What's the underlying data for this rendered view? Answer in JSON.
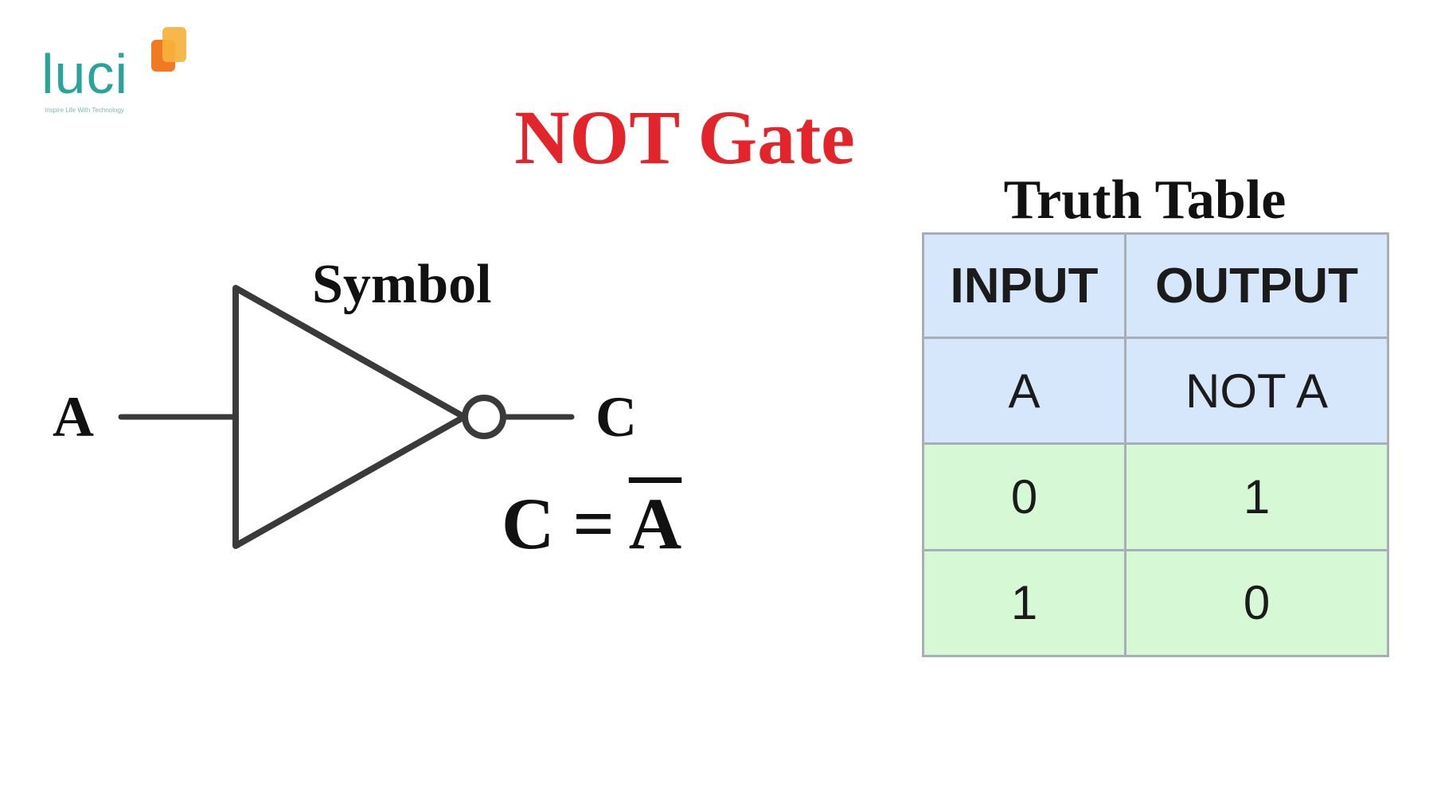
{
  "logo": {
    "text": "luci",
    "tagline": "Inspire Life With Technology",
    "colors": {
      "text": "#2aa39a",
      "accent_orange": "#f07a22",
      "accent_yellow": "#f6b23c"
    }
  },
  "title": "NOT Gate",
  "symbol": {
    "label": "Symbol",
    "input": "A",
    "output": "C",
    "formula_left": "C = ",
    "formula_right": "A"
  },
  "truth_table": {
    "title": "Truth Table",
    "headers": [
      "INPUT",
      "OUTPUT"
    ],
    "subheaders": [
      "A",
      "NOT A"
    ],
    "rows": [
      [
        "0",
        "1"
      ],
      [
        "1",
        "0"
      ]
    ]
  },
  "colors": {
    "title": "#e3252b",
    "header_bg": "#d7e7fb",
    "row_bg": "#d7f8d4",
    "border": "#a7aeb7",
    "gate_stroke": "#3a3a3a"
  }
}
